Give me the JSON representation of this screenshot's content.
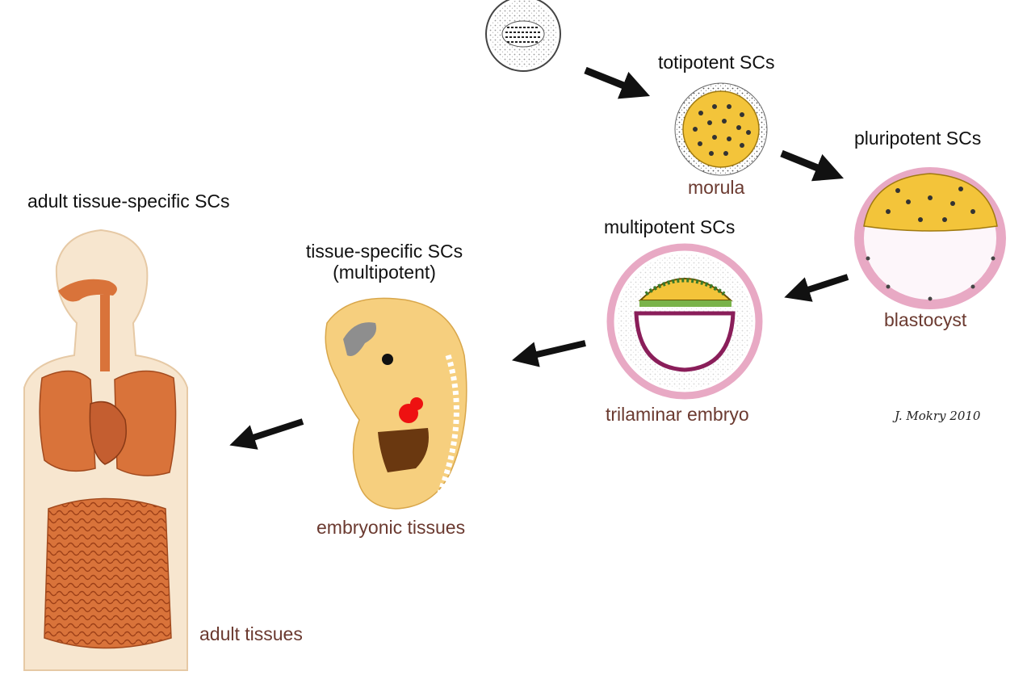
{
  "labels": {
    "totipotent": "totipotent SCs",
    "morula": "morula",
    "pluripotent": "pluripotent SCs",
    "blastocyst": "blastocyst",
    "multipotent": "multipotent SCs",
    "trilaminar": "trilaminar embryo",
    "tissue_specific_line1": "tissue-specific SCs",
    "tissue_specific_line2": "(multipotent)",
    "embryonic": "embryonic tissues",
    "adult_specific": "adult tissue-specific SCs",
    "adult_tissues": "adult tissues"
  },
  "signature": "J. Mokry 2010",
  "colors": {
    "label_dark": "#111111",
    "label_brown": "#6b3a30",
    "cell_yellow": "#f3c43a",
    "membrane_pink": "#e8a9c4",
    "embryo_skin": "#f6cf7e",
    "organ_orange": "#d9733a",
    "arrow": "#111111"
  }
}
